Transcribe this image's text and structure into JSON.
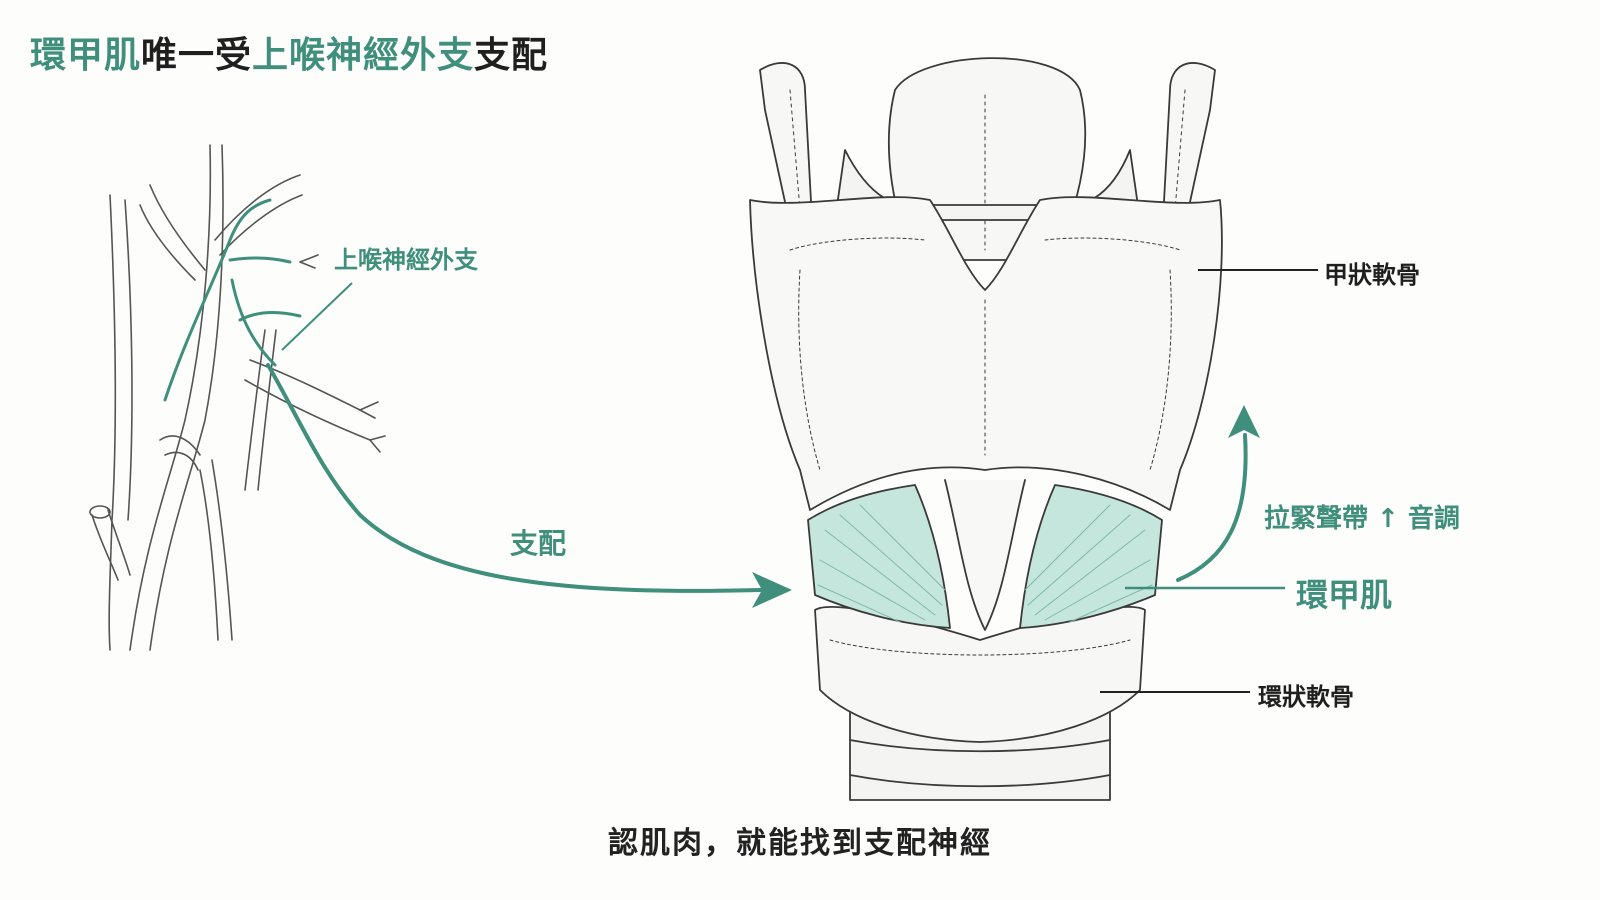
{
  "title": {
    "part1": "環甲肌",
    "part2": "唯一受",
    "part3": "上喉神經外支",
    "part4": "支配"
  },
  "labels": {
    "nerve": "上喉神經外支",
    "innervation": "支配",
    "thyroid_cartilage": "甲狀軟骨",
    "action": "拉緊聲帶 ↑ 音調",
    "muscle": "環甲肌",
    "cricoid_cartilage": "環狀軟骨"
  },
  "caption": "認肌肉，就能找到支配神經",
  "colors": {
    "accent": "#3f8f7c",
    "muscle_fill": "#bfe3d8",
    "line": "#3a3a3a",
    "text": "#1f1f1f"
  }
}
